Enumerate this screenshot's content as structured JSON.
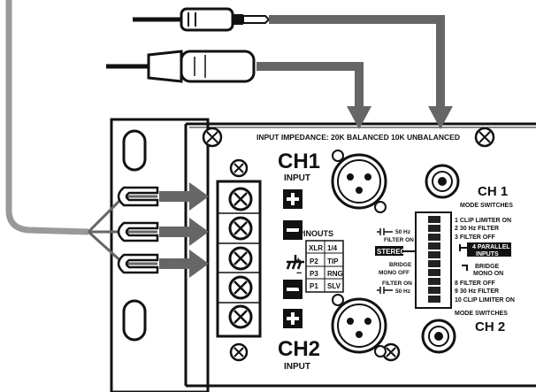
{
  "header": {
    "impedance": "INPUT IMPEDANCE: 20K BALANCED 10K UNBALANCED"
  },
  "ch1": {
    "title": "CH1",
    "sub": "INPUT"
  },
  "ch2": {
    "title": "CH2",
    "sub": "INPUT"
  },
  "modes": {
    "ch1_title": "CH 1",
    "ch1_sub": "MODE SWITCHES",
    "ch2_title": "CH 2",
    "ch2_sub": "MODE SWITCHES",
    "items": [
      "1 CLIP LIMITER ON",
      "2 30 Hz FILTER",
      "3 FILTER OFF",
      "4 PARALLEL",
      "INPUTS",
      "BRIDGE",
      "MONO ON",
      "8 FILTER OFF",
      "9 30 Hz FILTER",
      "10 CLIP LIMITER ON"
    ],
    "left": {
      "filter_top": "50 Hz",
      "filter_on_top": "FILTER ON",
      "stereo": "STEREO",
      "bridge": "BRIDGE",
      "mono_off": "MONO OFF",
      "filter_on_bot": "FILTER ON",
      "filter_bot": "50 Hz"
    }
  },
  "pinouts": {
    "title": "PINOUTS",
    "header": [
      "XLR",
      "1/4"
    ],
    "rows": [
      {
        "sym": "+",
        "xlr": "P2",
        "trs": "TIP"
      },
      {
        "sym": "−",
        "xlr": "P3",
        "trs": "RNG"
      },
      {
        "sym": "⏚",
        "xlr": "P1",
        "trs": "SLV"
      }
    ]
  },
  "terminals": [
    "+",
    "−",
    "ground",
    "−",
    "+"
  ],
  "colors": {
    "ink": "#111111",
    "arrow": "#666666",
    "cable": "#999999"
  }
}
